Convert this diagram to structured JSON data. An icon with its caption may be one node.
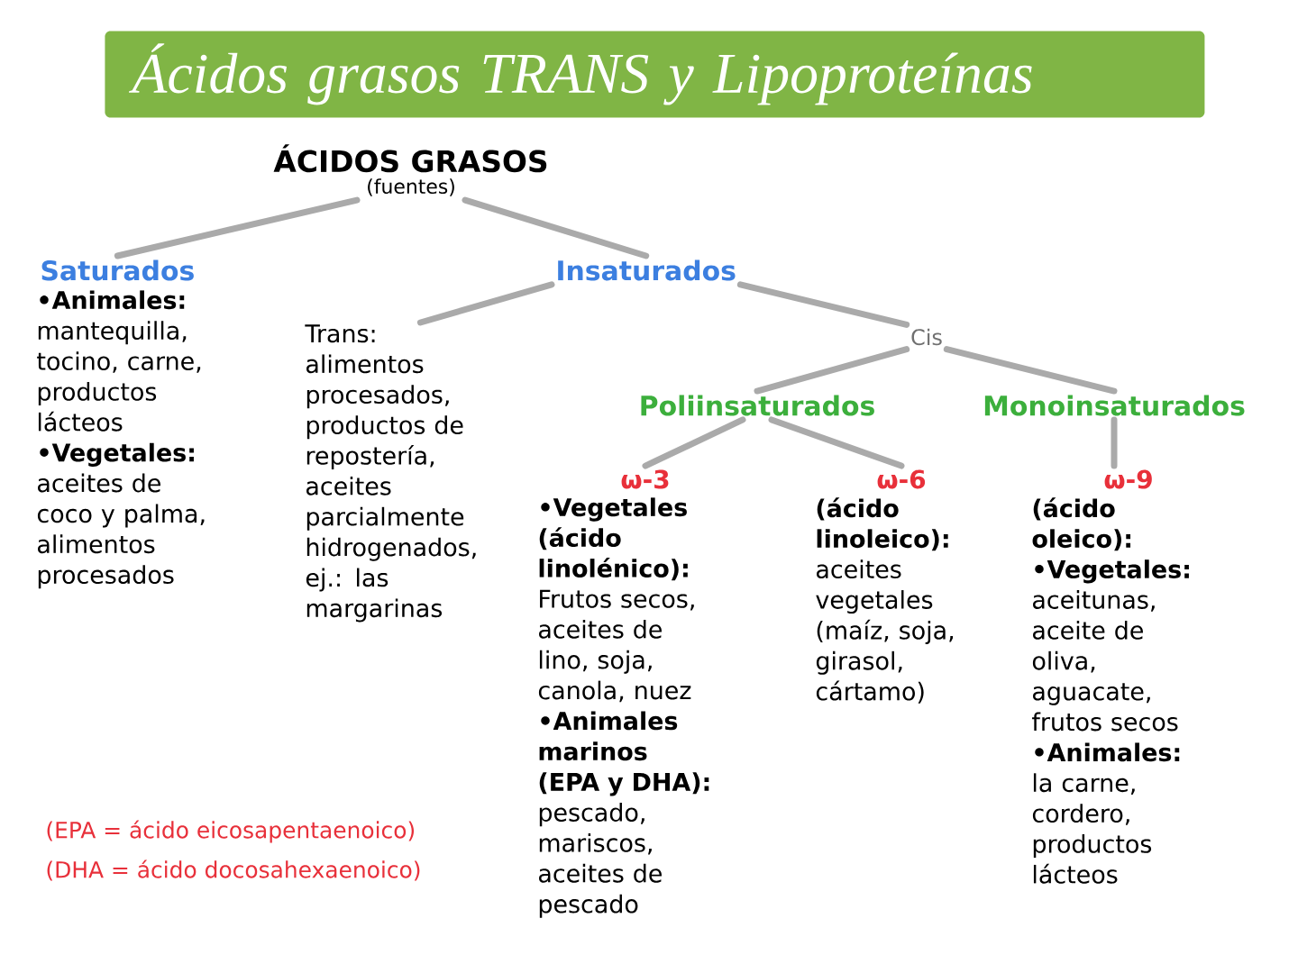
{
  "diagram": {
    "title": "Ácidos grasos TRANS y Lipoproteínas",
    "nodes": [
      {
        "text": [
          "ÁCIDOS GRASOS",
          "(fuentes)"
        ]
      },
      {
        "text": [
          "Saturados",
          "**•Animales:** mantequilla, tocino, carne, productos lácteos",
          "**•Vegetales:** aceites de coco y palma, alimentos procesados"
        ]
      },
      {
        "text": [
          "Insaturados"
        ]
      },
      {
        "text": [
          "Trans: alimentos procesados, productos de repostería, aceites parcialmente hidrogenados, ej.: las margarinas"
        ]
      },
      {
        "text": [
          "Cis"
        ]
      },
      {
        "text": [
          "Poliinsaturados"
        ]
      },
      {
        "text": [
          "Monoinsaturados"
        ]
      },
      {
        "text": [
          "ω-3",
          "**•Vegetales (ácido linolénico):** Frutos secos, aceites de lino, soja, canola, nuez",
          "**•Animales marinos (EPA y DHA):** pescado, mariscos, aceites de pescado"
        ]
      },
      {
        "text": [
          "ω-6",
          "**(ácido linoleico):** aceites vegetales (maíz, soja, girasol, cártamo)"
        ]
      },
      {
        "text": [
          "ω-9",
          "**(ácido oleico): •Vegetales:** aceitunas, aceite de oliva, aguacate, frutos secos",
          "**•Animales:** la carne, cordero, productos lácteos"
        ]
      }
    ],
    "edges": [
      {
        "from": 0,
        "to": 1,
        "arrow": "none"
      },
      {
        "from": 0,
        "to": 2,
        "arrow": "none"
      },
      {
        "from": 2,
        "to": 3,
        "arrow": "none"
      },
      {
        "from": 2,
        "to": 4,
        "arrow": "none"
      },
      {
        "from": 4,
        "to": 5,
        "arrow": "none"
      },
      {
        "from": 4,
        "to": 6,
        "arrow": "none"
      },
      {
        "from": 5,
        "to": 7,
        "arrow": "none"
      },
      {
        "from": 5,
        "to": 8,
        "arrow": "none"
      },
      {
        "from": 6,
        "to": 9,
        "arrow": "none"
      }
    ],
    "labels": [
      "(EPA = ácido eicosapentaenoico)",
      "(DHA = ácido docosahexaenoico)"
    ]
  }
}
